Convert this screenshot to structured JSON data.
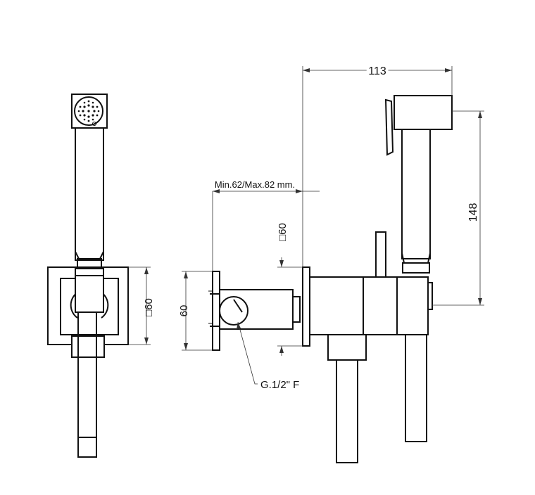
{
  "dimensions": {
    "width_total": "113",
    "height_total": "148",
    "wall_depth": "Min.62/Max.82 mm.",
    "plate_square_side": "□60",
    "plate_square_front": "□60",
    "plate_height": "60",
    "thread": "G.1/2\" F"
  },
  "colors": {
    "line": "#111111",
    "dimension": "#333333",
    "background": "#ffffff"
  }
}
